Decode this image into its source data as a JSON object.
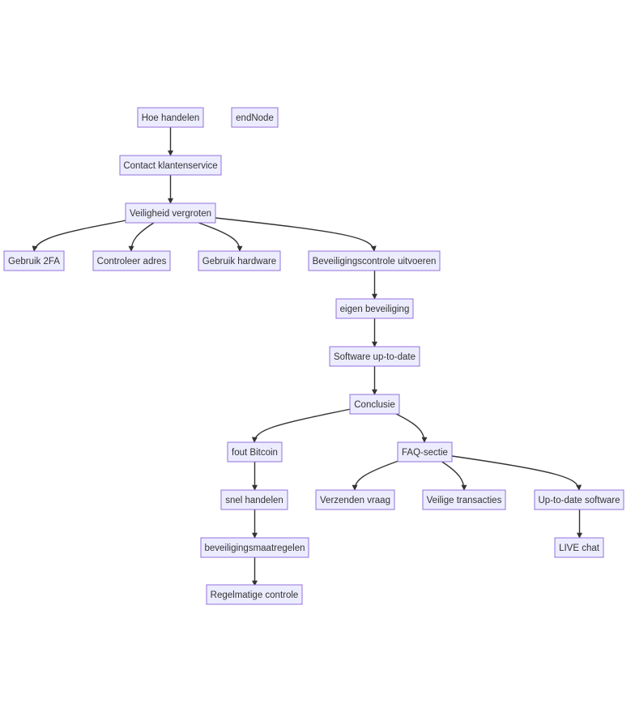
{
  "diagram": {
    "line_color": "#333333",
    "node_fill": "#ECECFF",
    "node_stroke": "#9370DB",
    "nodes": [
      {
        "id": "n1",
        "label": "Hoe handelen"
      },
      {
        "id": "n2",
        "label": "endNode"
      },
      {
        "id": "n3",
        "label": "Contact klantenservice"
      },
      {
        "id": "n4",
        "label": "Veiligheid vergroten"
      },
      {
        "id": "n5",
        "label": "Gebruik 2FA"
      },
      {
        "id": "n6",
        "label": "Controleer adres"
      },
      {
        "id": "n7",
        "label": "Gebruik hardware"
      },
      {
        "id": "n8",
        "label": "Beveiligingscontrole uitvoeren"
      },
      {
        "id": "n9",
        "label": "eigen beveiliging"
      },
      {
        "id": "n10",
        "label": "Software up-to-date"
      },
      {
        "id": "n11",
        "label": "Conclusie"
      },
      {
        "id": "n12",
        "label": "fout Bitcoin"
      },
      {
        "id": "n13",
        "label": "FAQ-sectie"
      },
      {
        "id": "n14",
        "label": "snel handelen"
      },
      {
        "id": "n15",
        "label": "Verzenden vraag"
      },
      {
        "id": "n16",
        "label": "Veilige transacties"
      },
      {
        "id": "n17",
        "label": "Up-to-date software"
      },
      {
        "id": "n18",
        "label": "beveiligingsmaatregelen"
      },
      {
        "id": "n19",
        "label": "LIVE chat"
      },
      {
        "id": "n20",
        "label": "Regelmatige controle"
      }
    ],
    "edges": [
      {
        "from": "n1",
        "to": "n3"
      },
      {
        "from": "n3",
        "to": "n4"
      },
      {
        "from": "n4",
        "to": "n5"
      },
      {
        "from": "n4",
        "to": "n6"
      },
      {
        "from": "n4",
        "to": "n7"
      },
      {
        "from": "n4",
        "to": "n8"
      },
      {
        "from": "n8",
        "to": "n9"
      },
      {
        "from": "n9",
        "to": "n10"
      },
      {
        "from": "n10",
        "to": "n11"
      },
      {
        "from": "n11",
        "to": "n12"
      },
      {
        "from": "n11",
        "to": "n13"
      },
      {
        "from": "n12",
        "to": "n14"
      },
      {
        "from": "n13",
        "to": "n15"
      },
      {
        "from": "n13",
        "to": "n16"
      },
      {
        "from": "n13",
        "to": "n17"
      },
      {
        "from": "n14",
        "to": "n18"
      },
      {
        "from": "n17",
        "to": "n19"
      },
      {
        "from": "n18",
        "to": "n20"
      }
    ]
  }
}
